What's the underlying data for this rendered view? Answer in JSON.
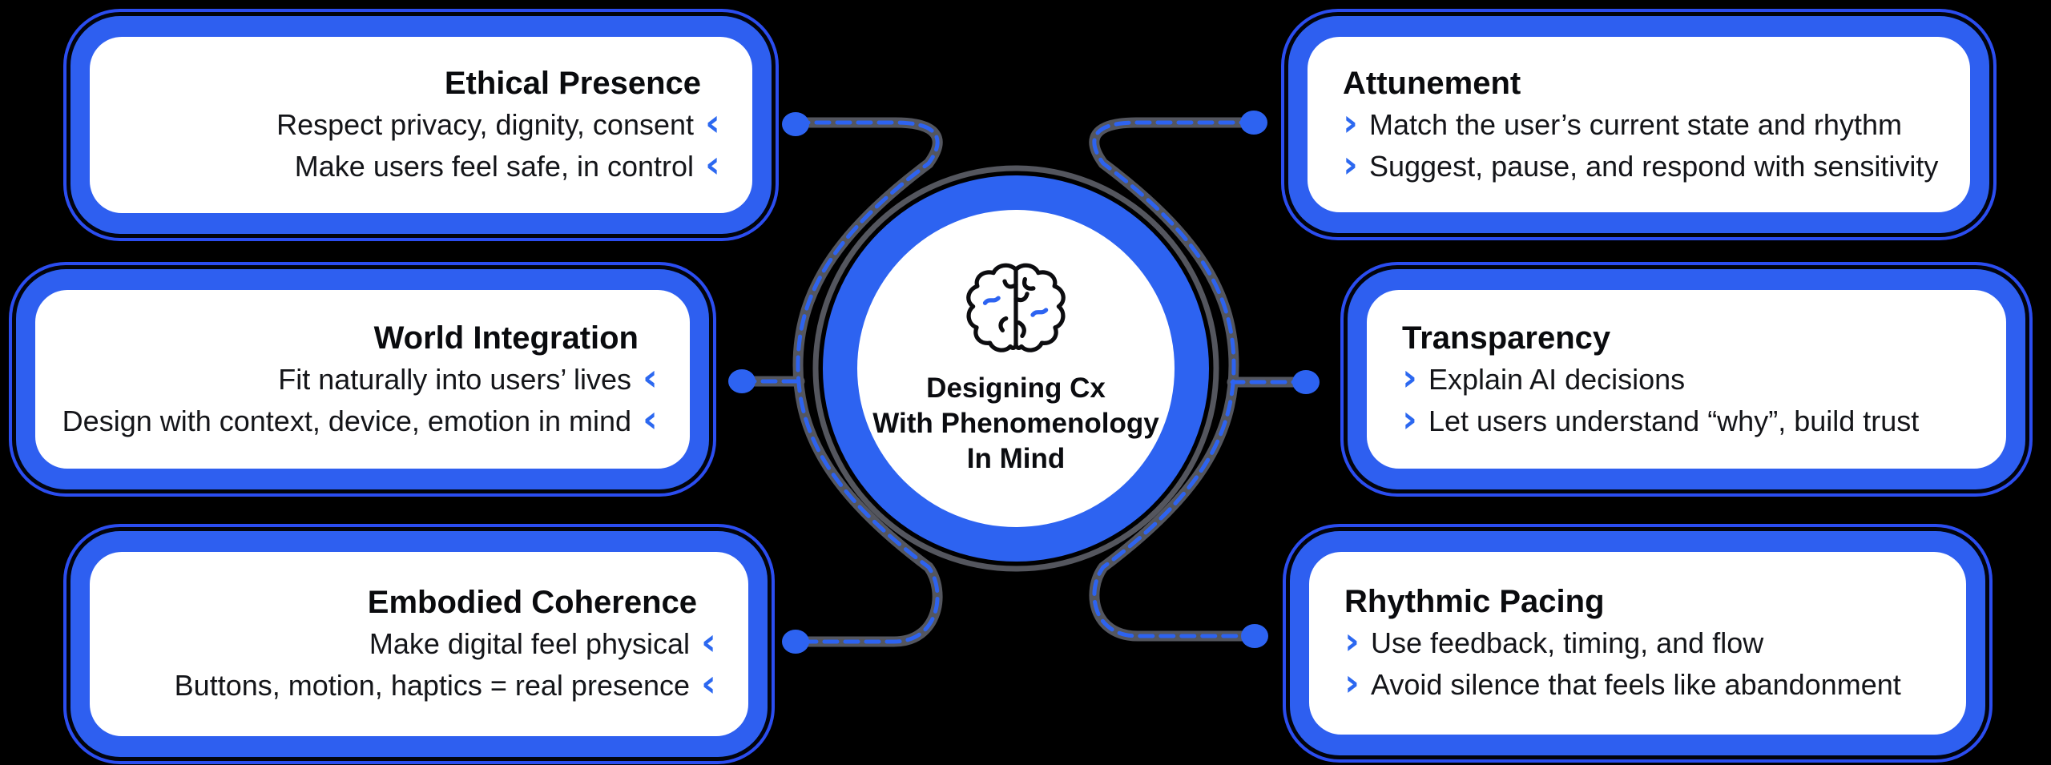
{
  "diagram": {
    "center": {
      "icon": "brain-icon",
      "title_lines": [
        "Designing Cx",
        "With Phenomenology",
        "In Mind"
      ]
    },
    "left_boxes": [
      {
        "title": "Ethical Presence",
        "items": [
          "Respect privacy, dignity, consent",
          "Make users feel safe, in control"
        ]
      },
      {
        "title": "World Integration",
        "items": [
          "Fit naturally into users’ lives",
          "Design with context, device, emotion in mind"
        ]
      },
      {
        "title": "Embodied Coherence",
        "items": [
          "Make digital feel physical",
          "Buttons, motion, haptics = real presence"
        ]
      }
    ],
    "right_boxes": [
      {
        "title": "Attunement",
        "items": [
          "Match the user’s current state and rhythm",
          "Suggest, pause, and respond with sensitivity"
        ]
      },
      {
        "title": "Transparency",
        "items": [
          "Explain AI decisions",
          "Let users understand “why”, build trust"
        ]
      },
      {
        "title": "Rhythmic Pacing",
        "items": [
          "Use feedback, timing, and flow",
          "Avoid silence that feels like abandonment"
        ]
      }
    ],
    "icons": {
      "bullet_left": "‹",
      "bullet_right": "›"
    },
    "colors": {
      "background": "#000000",
      "accent_blue": "#2d63f1",
      "frame_blue": "#2e5ff0",
      "outer_ring_blue": "#2b4df0",
      "connector_gray": "#54565e",
      "panel_white": "#ffffff",
      "text_dark": "#0a0b0e"
    }
  }
}
